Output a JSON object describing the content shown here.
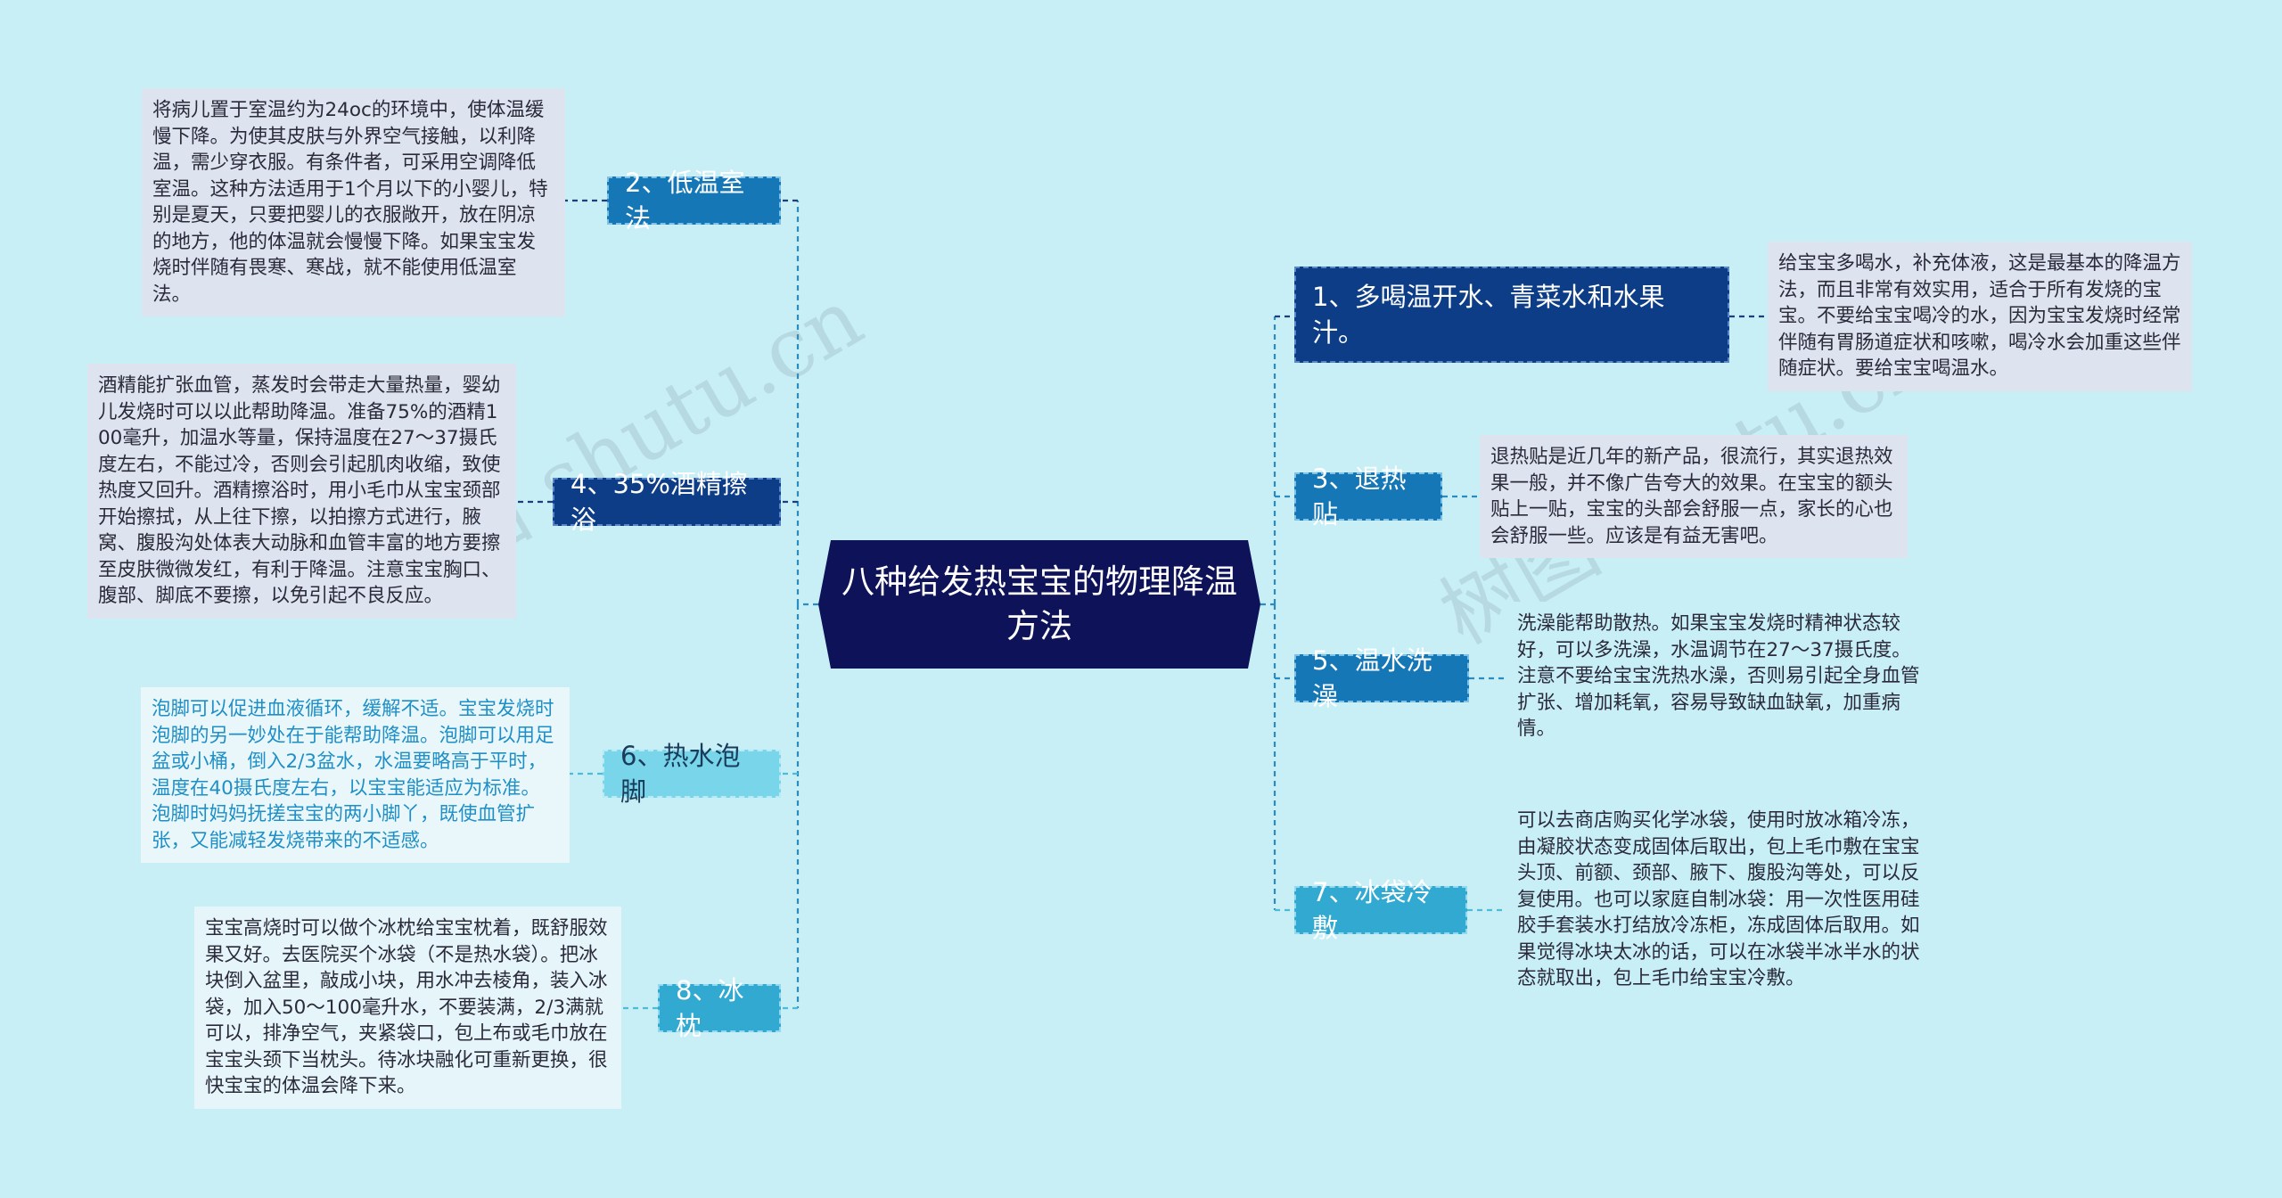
{
  "root": {
    "title": "八种给发热宝宝的物理降温方法"
  },
  "watermark": {
    "text1": "树图 shutu.cn",
    "text2": "树图 shutu.cn"
  },
  "branches": [
    {
      "id": "b1",
      "label": "1、多喝温开水、青菜水和水果汁。",
      "detail": "给宝宝多喝水，补充体液，这是最基本的降温方法，而且非常有效实用，适合于所有发烧的宝宝。不要给宝宝喝冷的水，因为宝宝发烧时经常伴随有胃肠道症状和咳嗽，喝冷水会加重这些伴随症状。要给宝宝喝温水。"
    },
    {
      "id": "b2",
      "label": "2、低温室法",
      "detail": "将病儿置于室温约为24oc的环境中，使体温缓慢下降。为使其皮肤与外界空气接触，以利降温，需少穿衣服。有条件者，可采用空调降低室温。这种方法适用于1个月以下的小婴儿，特别是夏天，只要把婴儿的衣服敞开，放在阴凉的地方，他的体温就会慢慢下降。如果宝宝发烧时伴随有畏寒、寒战，就不能使用低温室法。"
    },
    {
      "id": "b3",
      "label": "3、退热贴",
      "detail": "退热贴是近几年的新产品，很流行，其实退热效果一般，并不像广告夸大的效果。在宝宝的额头贴上一贴，宝宝的头部会舒服一点，家长的心也会舒服一些。应该是有益无害吧。"
    },
    {
      "id": "b4",
      "label": "4、35%酒精擦浴",
      "detail": "酒精能扩张血管，蒸发时会带走大量热量，婴幼儿发烧时可以以此帮助降温。准备75%的酒精100毫升，加温水等量，保持温度在27～37摄氏度左右，不能过冷，否则会引起肌肉收缩，致使热度又回升。酒精擦浴时，用小毛巾从宝宝颈部开始擦拭，从上往下擦，以拍擦方式进行，腋窝、腹股沟处体表大动脉和血管丰富的地方要擦至皮肤微微发红，有利于降温。注意宝宝胸口、腹部、脚底不要擦，以免引起不良反应。"
    },
    {
      "id": "b5",
      "label": "5、温水洗澡",
      "detail": "洗澡能帮助散热。如果宝宝发烧时精神状态较好，可以多洗澡，水温调节在27～37摄氏度。注意不要给宝宝洗热水澡，否则易引起全身血管扩张、增加耗氧，容易导致缺血缺氧，加重病情。"
    },
    {
      "id": "b6",
      "label": "6、热水泡脚",
      "detail": "泡脚可以促进血液循环，缓解不适。宝宝发烧时泡脚的另一妙处在于能帮助降温。泡脚可以用足盆或小桶，倒入2/3盆水，水温要略高于平时，温度在40摄氏度左右，以宝宝能适应为标准。泡脚时妈妈抚搓宝宝的两小脚丫，既使血管扩张，又能减轻发烧带来的不适感。"
    },
    {
      "id": "b7",
      "label": "7、冰袋冷敷",
      "detail": "可以去商店购买化学冰袋，使用时放冰箱冷冻，由凝胶状态变成固体后取出，包上毛巾敷在宝宝头顶、前额、颈部、腋下、腹股沟等处，可以反复使用。也可以家庭自制冰袋：用一次性医用硅胶手套装水打结放冷冻柜，冻成固体后取用。如果觉得冰块太冰的话，可以在冰袋半冰半水的状态就取出，包上毛巾给宝宝冷敷。"
    },
    {
      "id": "b8",
      "label": "8、冰枕",
      "detail": "宝宝高烧时可以做个冰枕给宝宝枕着，既舒服效果又好。去医院买个冰袋（不是热水袋）。把冰块倒入盆里，敲成小块，用水冲去棱角，装入冰袋，加入50～100毫升水，不要装满，2/3满就可以，排净空气，夹紧袋口，包上布或毛巾放在宝宝头颈下当枕头。待冰块融化可重新更换，很快宝宝的体温会降下来。"
    }
  ],
  "colors": {
    "background": "#c9eff6",
    "root": "#0e1259",
    "line_dark": "#1d3f7a",
    "line_mid": "#2a8cc0",
    "line_light": "#4bbdd8"
  }
}
